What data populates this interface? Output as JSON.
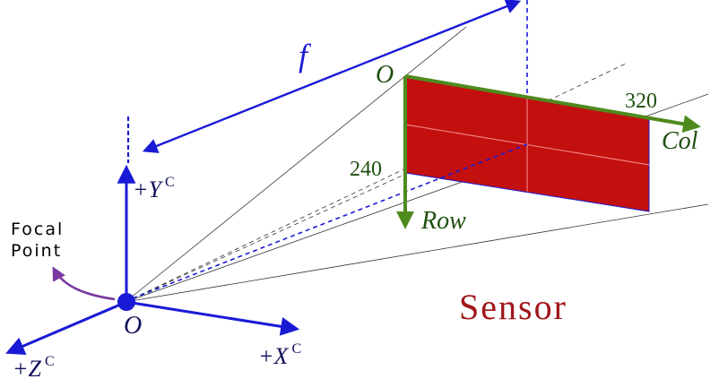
{
  "labels": {
    "focal_length": "f",
    "sensor_origin": "O",
    "col_max": "320",
    "col_axis": "Col",
    "row_max": "240",
    "row_axis": "Row",
    "y_axis": "+Y",
    "y_sup": "C",
    "x_axis": "+X",
    "x_sup": "C",
    "z_axis": "+Z",
    "z_sup": "C",
    "focal_line1": "Focal",
    "focal_line2": "Point",
    "camera_origin": "O",
    "sensor": "Sensor"
  },
  "colors": {
    "axis_blue": "#1a1ad6",
    "sensor_fill": "#c40f0f",
    "sensor_grid": "#f08080",
    "sensor_axis_green": "#4f8a1f",
    "text_green": "#1f4f10",
    "text_dark_blue": "#10105a",
    "sensor_text": "#a0161a",
    "focal_arrow_purple": "#7a3aa0",
    "ray_gray": "#333333"
  }
}
